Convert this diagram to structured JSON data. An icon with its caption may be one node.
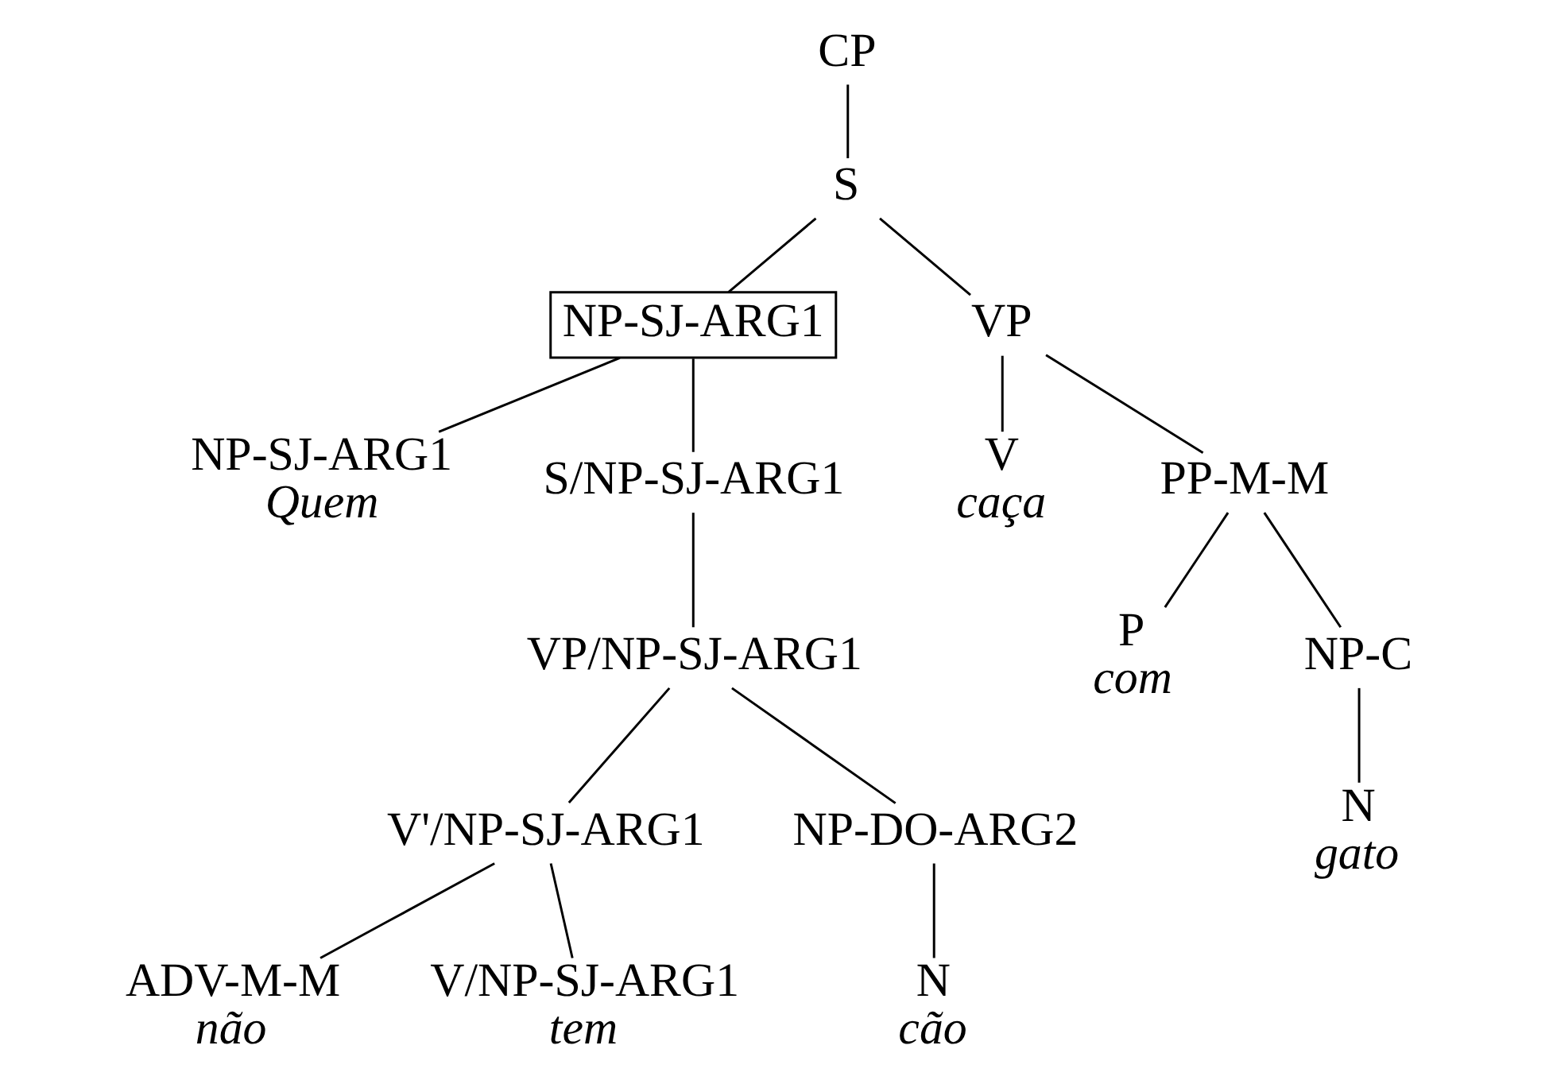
{
  "diagram": {
    "nodes": [
      {
        "text": [
          "CP"
        ]
      },
      {
        "text": [
          "S"
        ]
      },
      {
        "text": [
          "NP-SJ-ARG1"
        ]
      },
      {
        "text": [
          "VP"
        ]
      },
      {
        "text": [
          "NP-SJ-ARG1",
          "Quem"
        ]
      },
      {
        "text": [
          "S/NP-SJ-ARG1"
        ]
      },
      {
        "text": [
          "V",
          "caça"
        ]
      },
      {
        "text": [
          "PP-M-M"
        ]
      },
      {
        "text": [
          "VP/NP-SJ-ARG1"
        ]
      },
      {
        "text": [
          "P",
          "com"
        ]
      },
      {
        "text": [
          "NP-C"
        ]
      },
      {
        "text": [
          "N",
          "gato"
        ]
      },
      {
        "text": [
          "V'/NP-SJ-ARG1"
        ]
      },
      {
        "text": [
          "NP-DO-ARG2"
        ]
      },
      {
        "text": [
          "ADV-M-M",
          "não"
        ]
      },
      {
        "text": [
          "V/NP-SJ-ARG1",
          "tem"
        ]
      },
      {
        "text": [
          "N",
          "cão"
        ]
      }
    ],
    "edges": [
      {
        "from": 0,
        "to": 1,
        "arrow": "none"
      },
      {
        "from": 1,
        "to": 2,
        "arrow": "none"
      },
      {
        "from": 1,
        "to": 3,
        "arrow": "none"
      },
      {
        "from": 2,
        "to": 4,
        "arrow": "none"
      },
      {
        "from": 2,
        "to": 5,
        "arrow": "none"
      },
      {
        "from": 3,
        "to": 6,
        "arrow": "none"
      },
      {
        "from": 3,
        "to": 7,
        "arrow": "none"
      },
      {
        "from": 5,
        "to": 8,
        "arrow": "none"
      },
      {
        "from": 7,
        "to": 9,
        "arrow": "none"
      },
      {
        "from": 7,
        "to": 10,
        "arrow": "none"
      },
      {
        "from": 10,
        "to": 11,
        "arrow": "none"
      },
      {
        "from": 8,
        "to": 12,
        "arrow": "none"
      },
      {
        "from": 8,
        "to": 13,
        "arrow": "none"
      },
      {
        "from": 12,
        "to": 14,
        "arrow": "none"
      },
      {
        "from": 12,
        "to": 15,
        "arrow": "none"
      },
      {
        "from": 13,
        "to": 16,
        "arrow": "none"
      }
    ]
  }
}
